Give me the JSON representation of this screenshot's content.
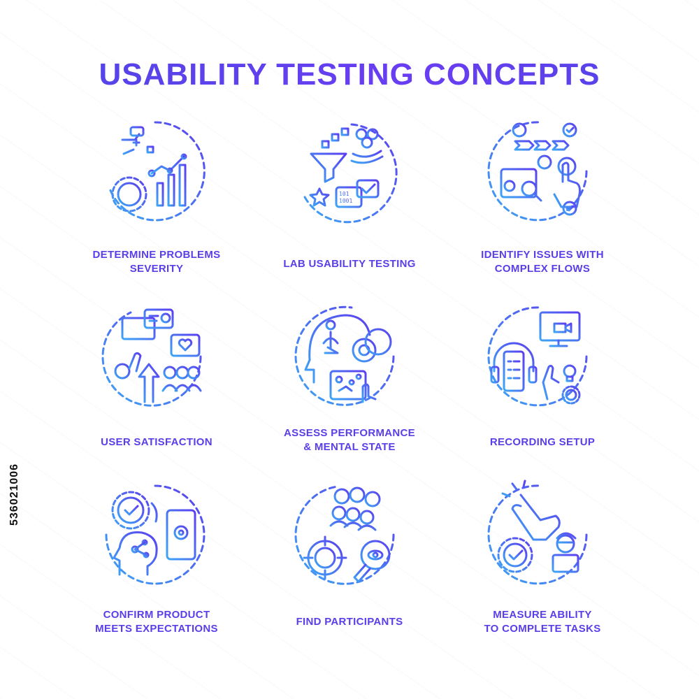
{
  "title": "USABILITY TESTING CONCEPTS",
  "stock_id": "536021006",
  "colors": {
    "gradient_start": "#4fa3f7",
    "gradient_end": "#5b3ff0",
    "label": "#5a3ee8"
  },
  "concepts": [
    {
      "label_lines": [
        "DETERMINE PROBLEMS",
        "SEVERITY"
      ],
      "icon": "severity-chart-icon"
    },
    {
      "label_lines": [
        "LAB USABILITY TESTING"
      ],
      "icon": "funnel-testing-icon"
    },
    {
      "label_lines": [
        "IDENTIFY ISSUES WITH",
        "COMPLEX FLOWS"
      ],
      "icon": "flow-steps-icon"
    },
    {
      "label_lines": [
        "USER SATISFACTION"
      ],
      "icon": "satisfaction-icon"
    },
    {
      "label_lines": [
        "ASSESS PERFORMANCE",
        "& MENTAL STATE"
      ],
      "icon": "mental-state-icon"
    },
    {
      "label_lines": [
        "RECORDING SETUP"
      ],
      "icon": "recording-icon"
    },
    {
      "label_lines": [
        "CONFIRM PRODUCT",
        "MEETS EXPECTATIONS"
      ],
      "icon": "product-check-icon"
    },
    {
      "label_lines": [
        "FIND PARTICIPANTS"
      ],
      "icon": "participants-search-icon"
    },
    {
      "label_lines": [
        "MEASURE ABILITY",
        "TO COMPLETE TASKS"
      ],
      "icon": "task-completion-icon"
    }
  ]
}
